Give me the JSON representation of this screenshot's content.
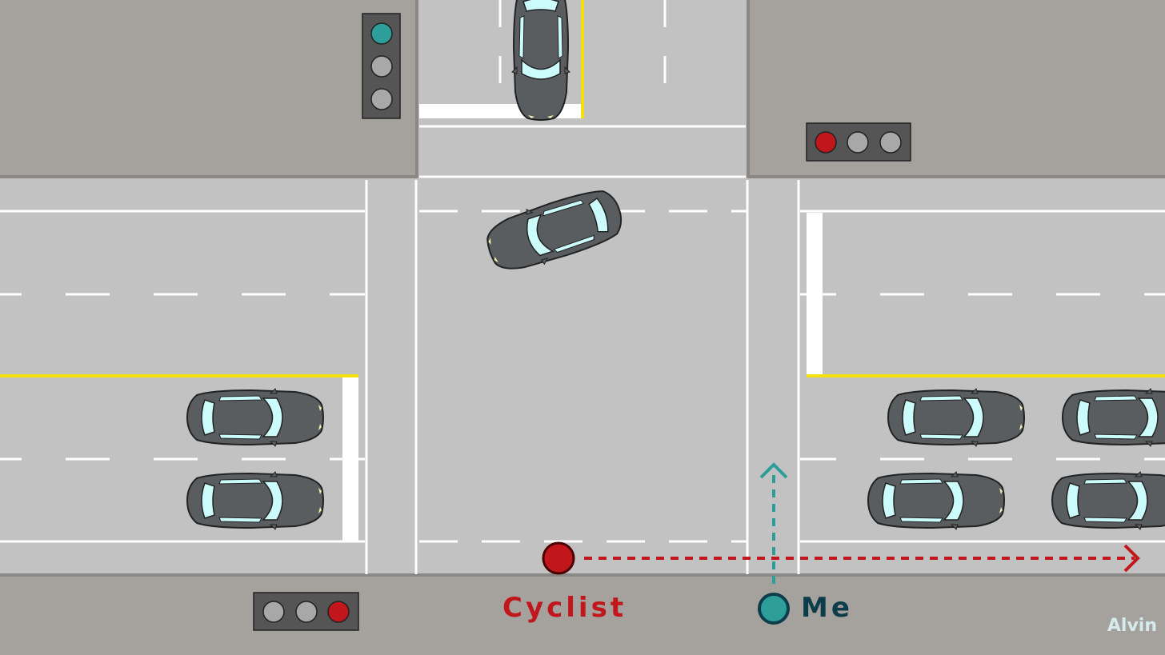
{
  "colors": {
    "sidewalk": "#a5a29d",
    "road": "#c2c2c2",
    "lane_marking": "#ffffff",
    "center_line": "#f2e10c",
    "car_body": "#5a5d5f",
    "car_glass": "#ccfbfb",
    "signal_housing": "#555555",
    "signal_off": "#a8a8a8",
    "signal_red": "#c0161c",
    "signal_green": "#2e9e9a",
    "cyclist": "#c0161c",
    "me": "#2e9e9a",
    "me_text": "#0d3c4a",
    "credit": "#d6ebee"
  },
  "labels": {
    "cyclist": "Cyclist",
    "me": "Me",
    "credit": "Alvin"
  },
  "signals": [
    {
      "name": "north-signal",
      "state": "green"
    },
    {
      "name": "east-signal",
      "state": "red"
    },
    {
      "name": "south-signal",
      "state": "red"
    }
  ],
  "paths": {
    "cyclist": "straight",
    "me": "straight"
  }
}
